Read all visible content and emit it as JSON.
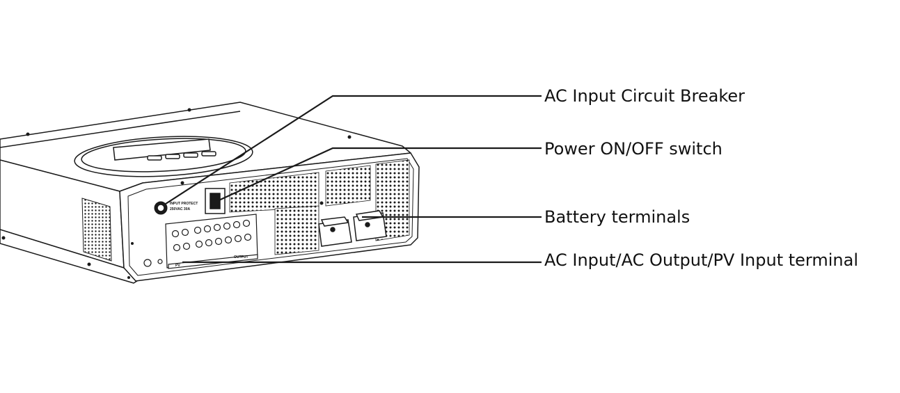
{
  "callouts": [
    {
      "id": "breaker",
      "label": "AC Input Circuit Breaker"
    },
    {
      "id": "switch",
      "label": "Power ON/OFF switch"
    },
    {
      "id": "battery",
      "label": "Battery terminals"
    },
    {
      "id": "terminal",
      "label": "AC Input/AC Output/PV Input terminal"
    }
  ],
  "device": {
    "breaker_text_1": "INPUT PROTECT",
    "breaker_text_2": "250VAC 30A",
    "terminal_pv": "PV",
    "terminal_output": "OUTPUT"
  },
  "colors": {
    "line": "#1a1a1a",
    "background": "#ffffff"
  }
}
